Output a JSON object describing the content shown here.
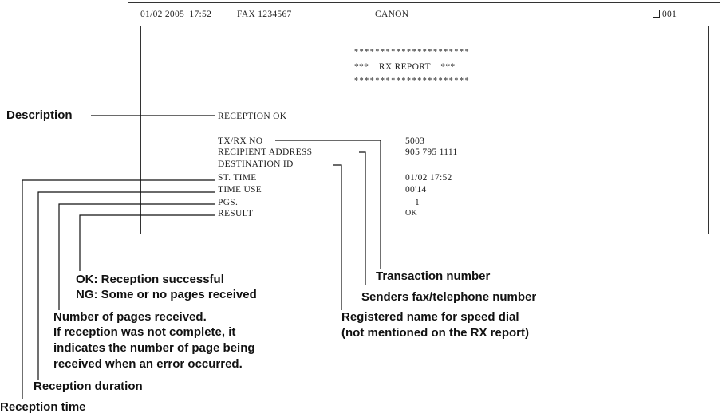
{
  "header": {
    "datetime": "01/02 2005  17:52",
    "fax": "FAX 1234567",
    "company": "CANON",
    "page_no": "001",
    "page_icon": "fax-page-icon"
  },
  "report": {
    "stars": "**********************",
    "title_line": "***    RX REPORT    ***",
    "status": "RECEPTION OK",
    "fields": [
      {
        "label": "TX/RX NO",
        "value": "5003"
      },
      {
        "label": "RECIPIENT ADDRESS",
        "value": "905 795 1111"
      },
      {
        "label": "DESTINATION ID",
        "value": ""
      },
      {
        "label": "ST. TIME",
        "value": "01/02 17:52"
      },
      {
        "label": "TIME USE",
        "value": "00'14"
      },
      {
        "label": "PGS.",
        "value": "1"
      },
      {
        "label": "RESULT",
        "value": "OK"
      }
    ]
  },
  "callouts": {
    "description": "Description",
    "transaction": "Transaction number",
    "sender": "Senders fax/telephone number",
    "registered": [
      "Registered name for speed dial",
      "(not mentioned on the RX report)"
    ],
    "result": [
      "OK: Reception successful",
      "NG: Some or no pages received"
    ],
    "pages": [
      "Number of pages received.",
      "If reception was not complete, it",
      "indicates the number of page being",
      "received when an error occurred."
    ],
    "duration": "Reception duration",
    "time": "Reception time"
  }
}
